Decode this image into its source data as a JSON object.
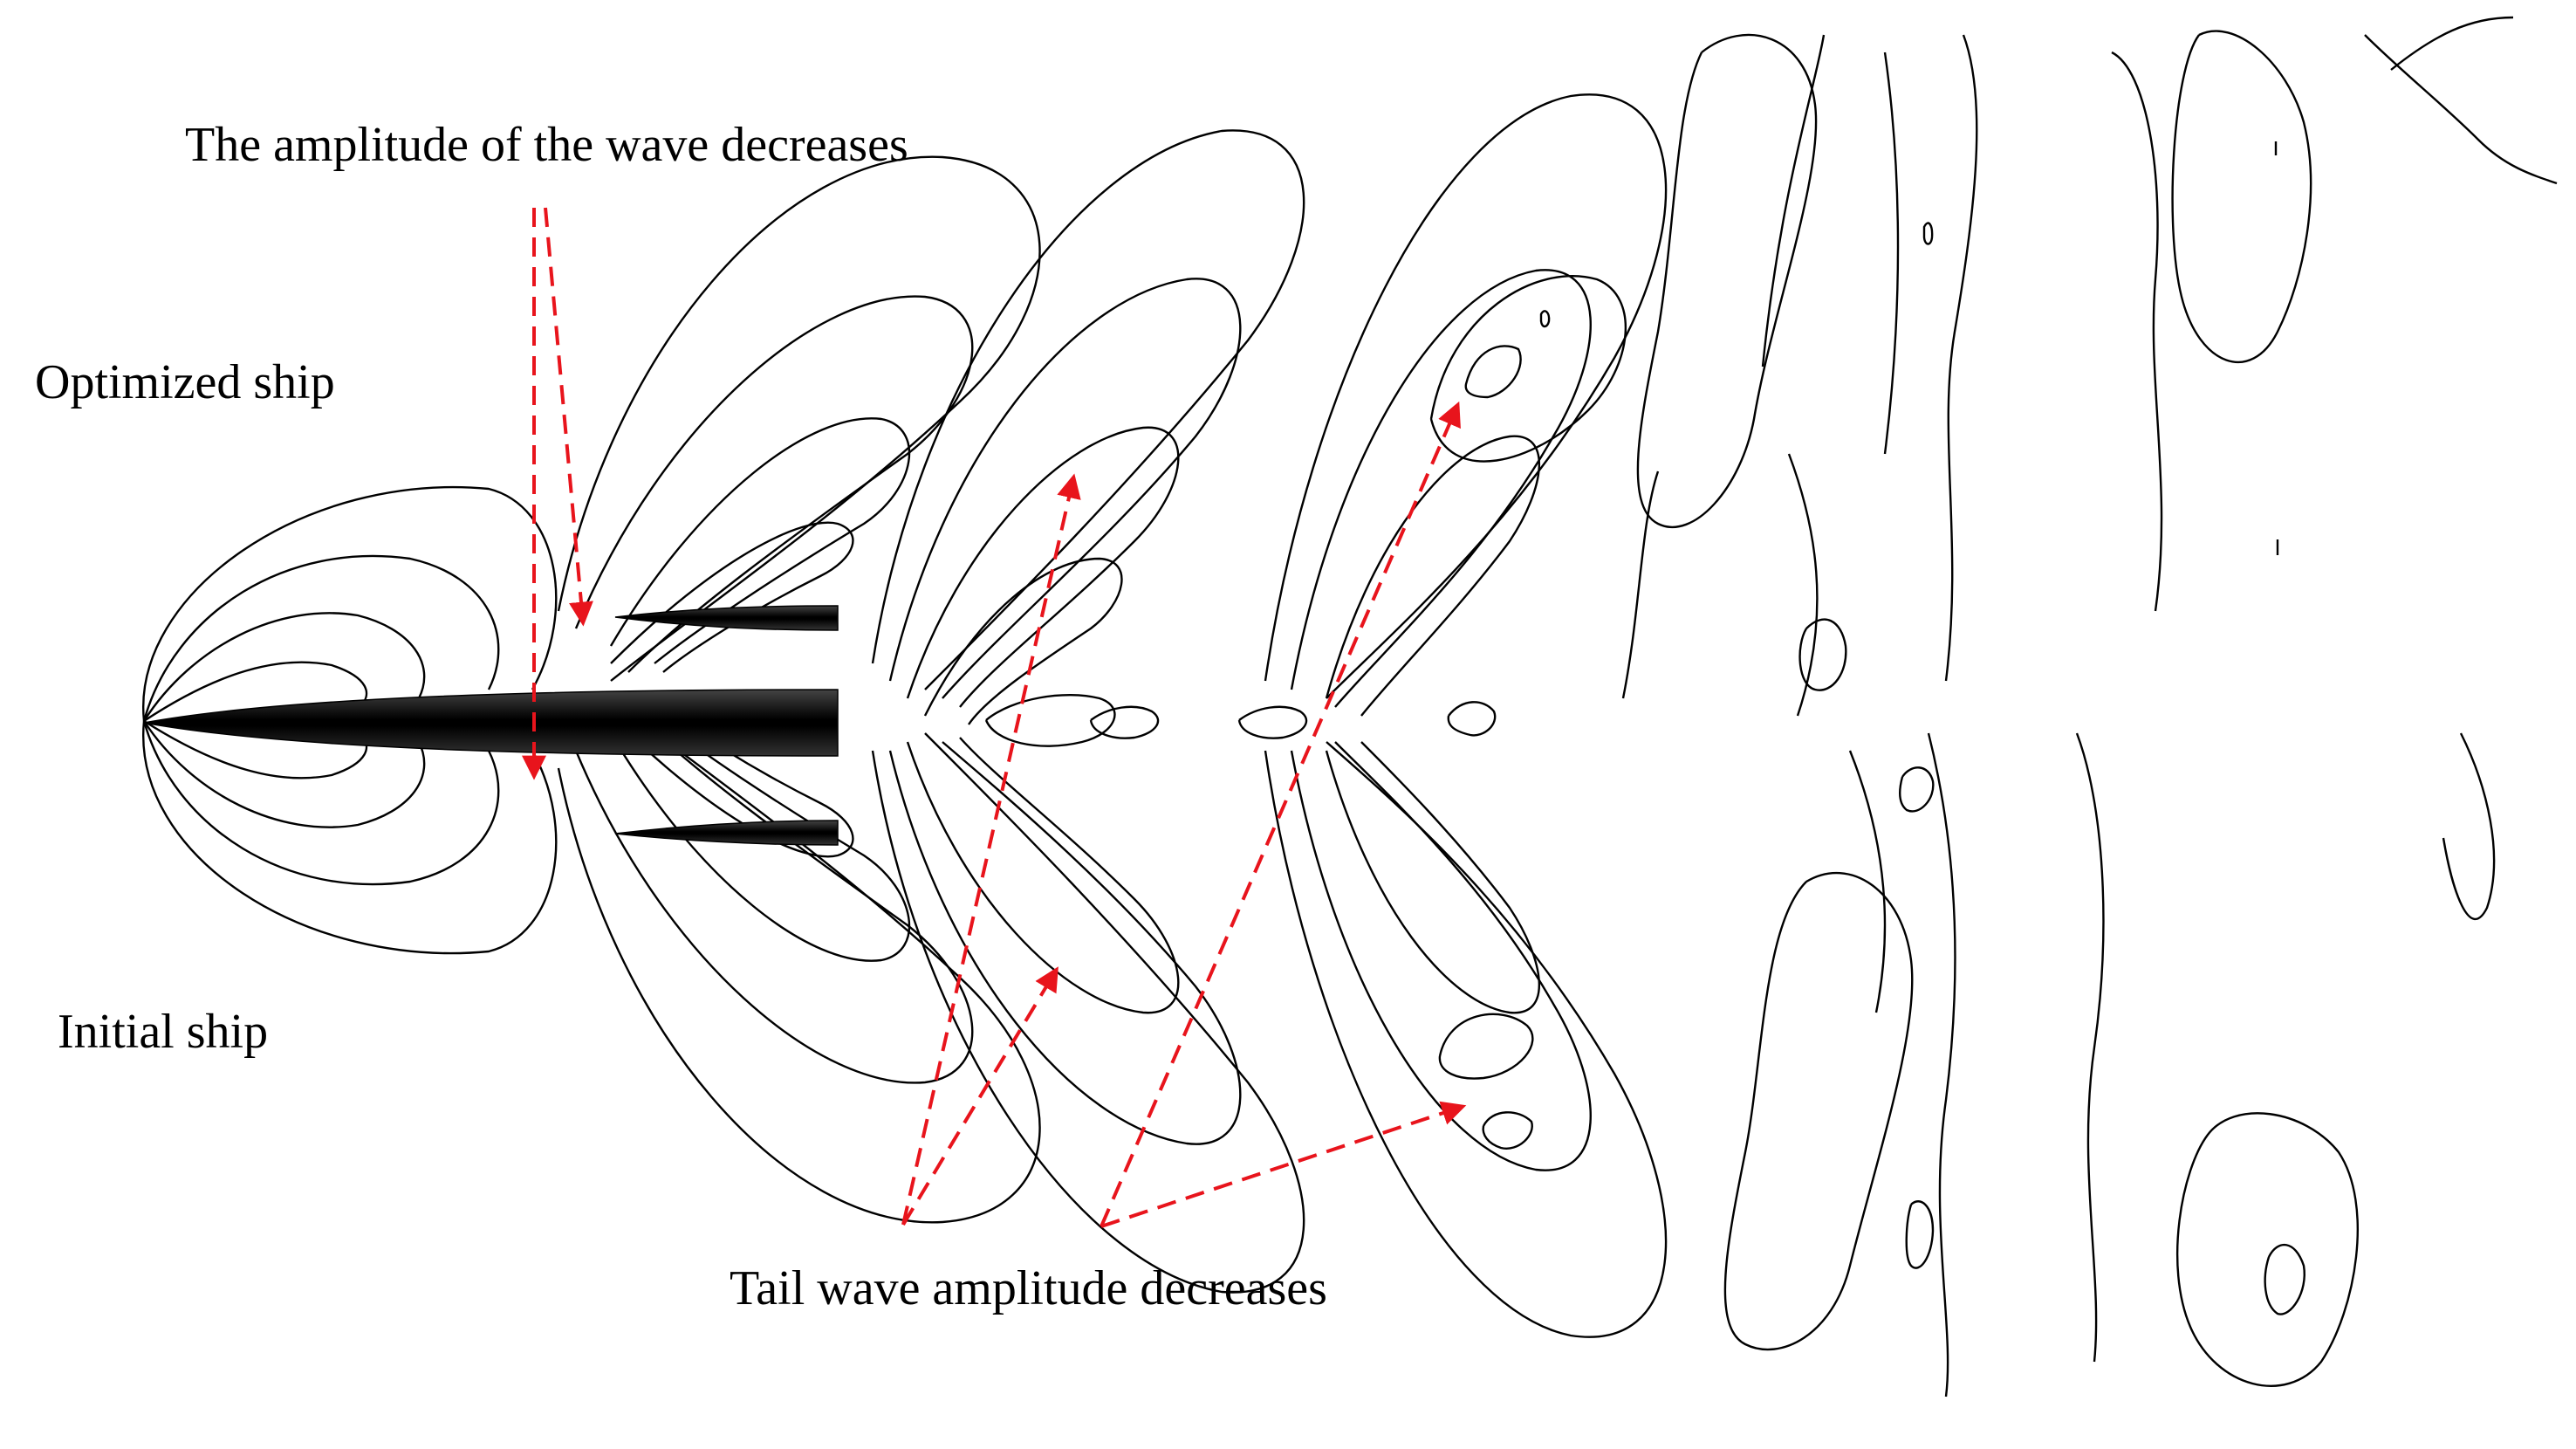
{
  "annotations": {
    "wave_amplitude": "The amplitude of the wave decreases",
    "optimized_ship": "Optimized ship",
    "initial_ship": "Initial ship",
    "tail_wave": "Tail wave amplitude decreases"
  },
  "colors": {
    "contour": "#000000",
    "hull": "#111111",
    "arrow": "#e8141c",
    "background": "#ffffff"
  }
}
